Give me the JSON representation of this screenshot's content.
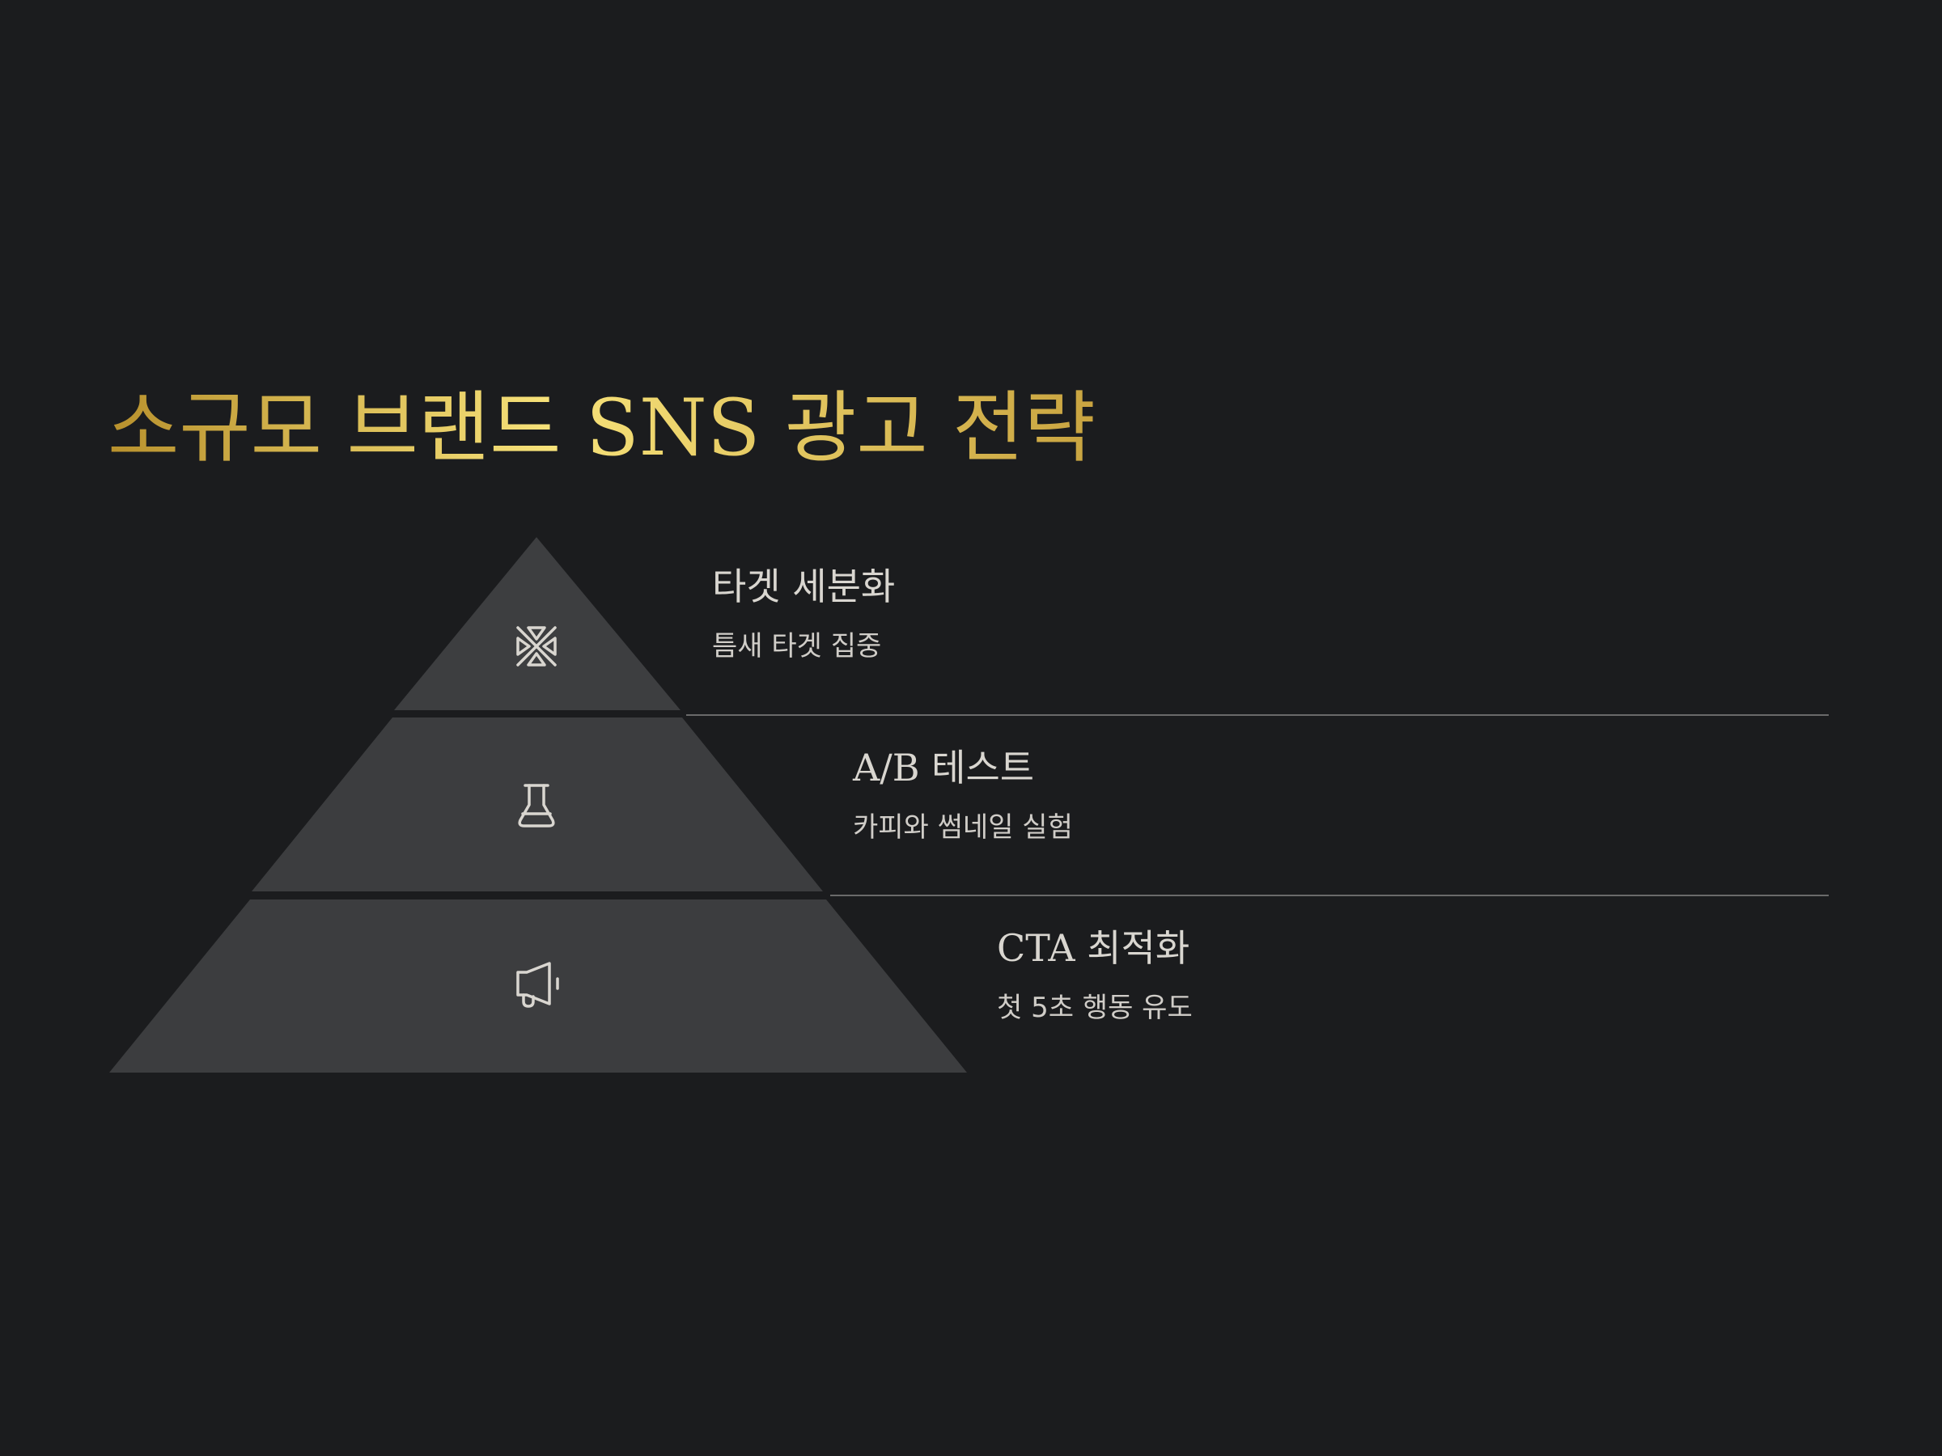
{
  "title": "소규모 브랜드 SNS 광고 전략",
  "colors": {
    "background": "#1b1c1e",
    "tier_top": "#3d3e40",
    "tier_mid": "#3c3d3f",
    "tier_bottom": "#3c3d3f",
    "gold_light": "#f7e27a",
    "gold_dark": "#b8912d",
    "text": "#d9d6d0",
    "divider": "#6a6a6a"
  },
  "tiers": [
    {
      "heading": "타겟 세분화",
      "description": "틈새 타겟 집중",
      "icon": "target-arrows-icon"
    },
    {
      "heading": "A/B 테스트",
      "description": "카피와 썸네일 실험",
      "icon": "flask-icon"
    },
    {
      "heading": "CTA 최적화",
      "description": "첫 5초 행동 유도",
      "icon": "megaphone-icon"
    }
  ]
}
